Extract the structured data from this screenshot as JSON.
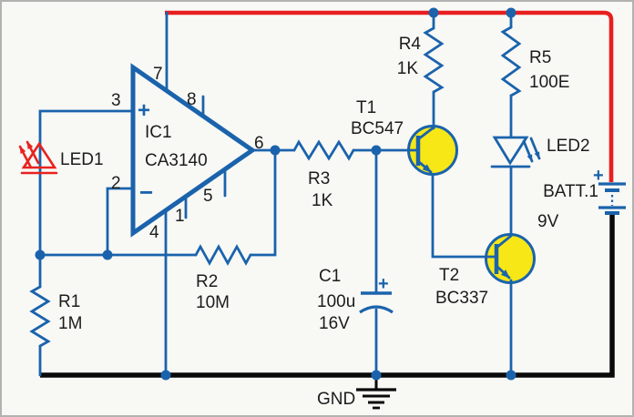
{
  "colors": {
    "wire_blue": "#1a63ac",
    "power_red": "#e81e1f",
    "ground_black": "#0a0a0a",
    "transistor_fill": "#f7e716",
    "led_red": "#e8231f",
    "background": "#f8f8f5",
    "border": "#b2b2b0",
    "text": "#1c1c1c"
  },
  "opamp": {
    "ref": "IC1",
    "part": "CA3140",
    "plus": "+",
    "minus": "−",
    "pins": {
      "p1": "1",
      "p2": "2",
      "p3": "3",
      "p4": "4",
      "p5": "5",
      "p6": "6",
      "p7": "7",
      "p8": "8"
    }
  },
  "resistors": {
    "r1": {
      "ref": "R1",
      "value": "1M"
    },
    "r2": {
      "ref": "R2",
      "value": "10M"
    },
    "r3": {
      "ref": "R3",
      "value": "1K"
    },
    "r4": {
      "ref": "R4",
      "value": "1K"
    },
    "r5": {
      "ref": "R5",
      "value": "100E"
    }
  },
  "capacitor": {
    "ref": "C1",
    "value": "100u",
    "voltage": "16V",
    "plus": "+"
  },
  "transistors": {
    "t1": {
      "ref": "T1",
      "part": "BC547"
    },
    "t2": {
      "ref": "T2",
      "part": "BC337"
    }
  },
  "leds": {
    "led1": {
      "ref": "LED1"
    },
    "led2": {
      "ref": "LED2"
    }
  },
  "battery": {
    "ref": "BATT.1",
    "voltage": "9V",
    "plus": "+"
  },
  "ground": {
    "label": "GND"
  }
}
